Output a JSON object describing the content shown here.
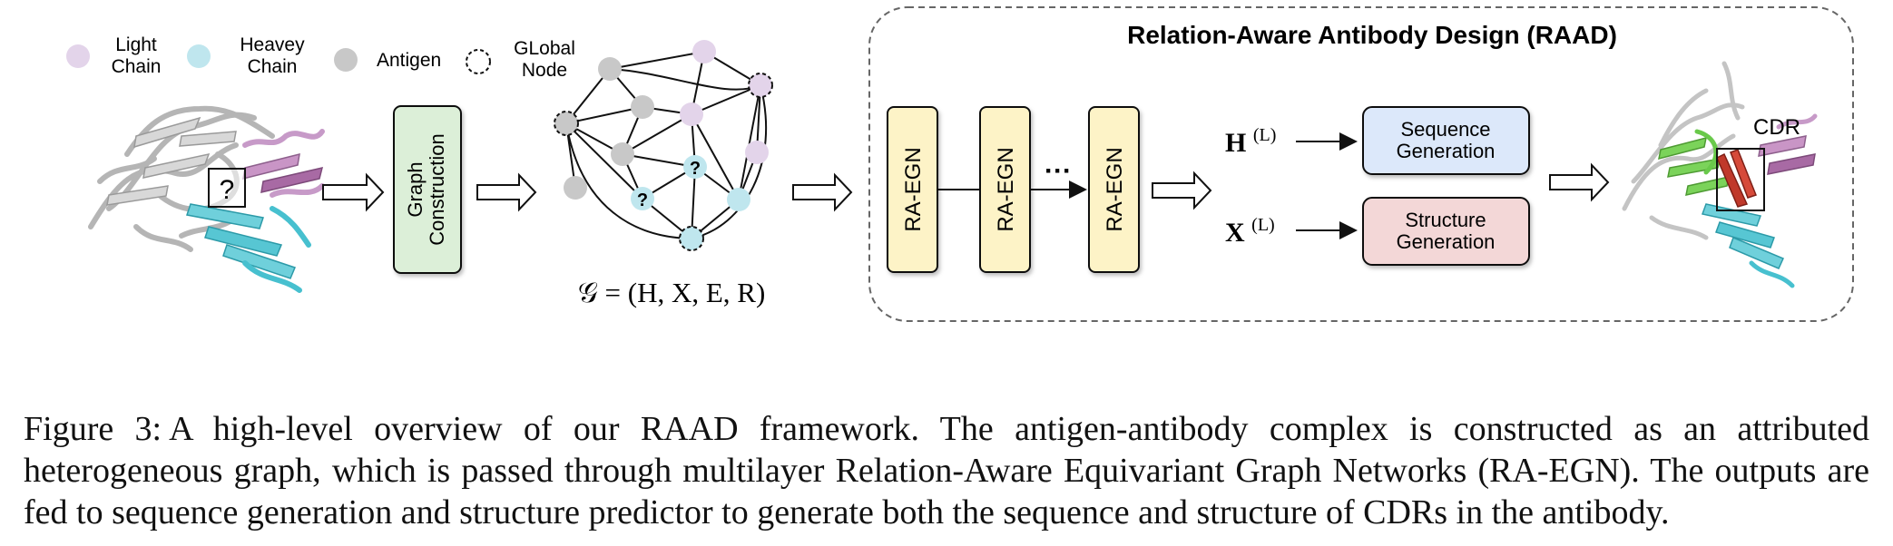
{
  "legend": {
    "light_chain": "Light\nChain",
    "heavy_chain": "Heavey\nChain",
    "antigen": "Antigen",
    "global_node": "GLobal\nNode"
  },
  "structure_left": {
    "unknown_mark": "?"
  },
  "graph_construction": {
    "label": "Graph\nConstruction"
  },
  "graph": {
    "unknown_mark": "?",
    "formula": "𝒢 = (H, X, E, R)"
  },
  "raad_panel": {
    "title": "Relation-Aware Antibody Design (RAAD)",
    "layers": [
      "RA-EGN",
      "RA-EGN",
      "RA-EGN"
    ],
    "ellipsis": "···",
    "h_out": {
      "symbol": "H",
      "superscript": "(L)"
    },
    "x_out": {
      "symbol": "X",
      "superscript": "(L)"
    },
    "sequence_box": "Sequence\nGeneration",
    "structure_box": "Structure\nGeneration"
  },
  "structure_right": {
    "cdr_label": "CDR"
  },
  "colors": {
    "light_chain": "#e3d4ea",
    "heavy_chain": "#bfe6ee",
    "antigen": "#c8c8c8",
    "graph_construction_fill": "#dcefd8",
    "ra_egn_fill": "#fdf3c7",
    "sequence_fill": "#dce8fa",
    "structure_fill": "#f3d7d7"
  },
  "caption": {
    "label": "Figure 3:",
    "text": "A high-level overview of our RAAD framework. The antigen-antibody complex is constructed as an attributed heterogeneous graph, which is passed through multilayer Relation-Aware Equivariant Graph Networks (RA-EGN). The outputs are fed to sequence generation and structure predictor to generate both the sequence and structure of CDRs in the antibody."
  }
}
